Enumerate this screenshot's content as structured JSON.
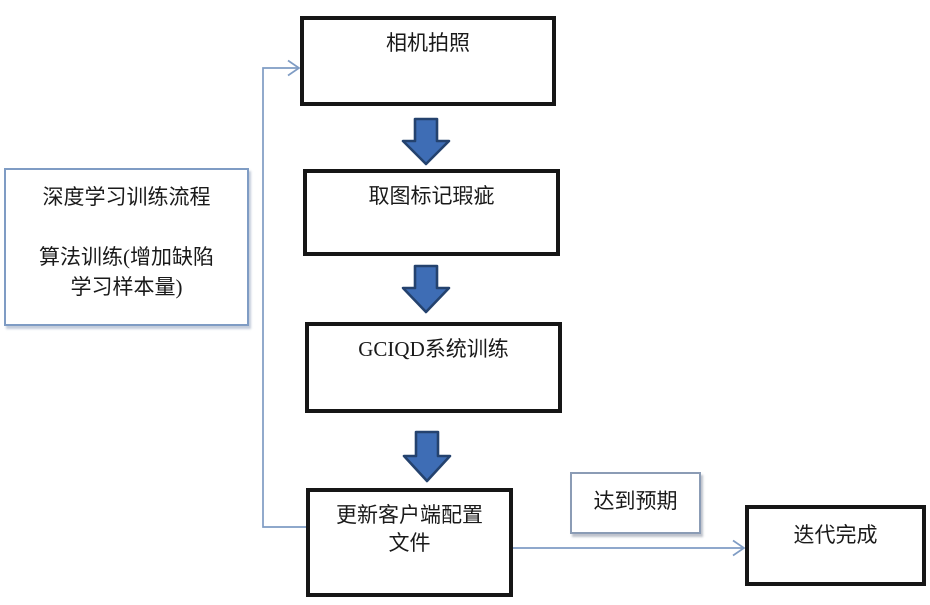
{
  "diagram": {
    "legend": {
      "line1": "深度学习训练流程",
      "line2": "算法训练(增加缺陷",
      "line3": "学习样本量)"
    },
    "nodes": {
      "camera": "相机拍照",
      "mark": "取图标记瑕疵",
      "train": "GCIQD系统训练",
      "update_line1": "更新客户端配置",
      "update_line2": "文件",
      "done": "迭代完成"
    },
    "branch_label": "达到预期",
    "colors": {
      "node_border": "#161616",
      "legend_border": "#7f9cc4",
      "connector_line": "#7f9cc4",
      "block_arrow_fill": "#3e6db5",
      "block_arrow_stroke": "#24426e"
    }
  }
}
